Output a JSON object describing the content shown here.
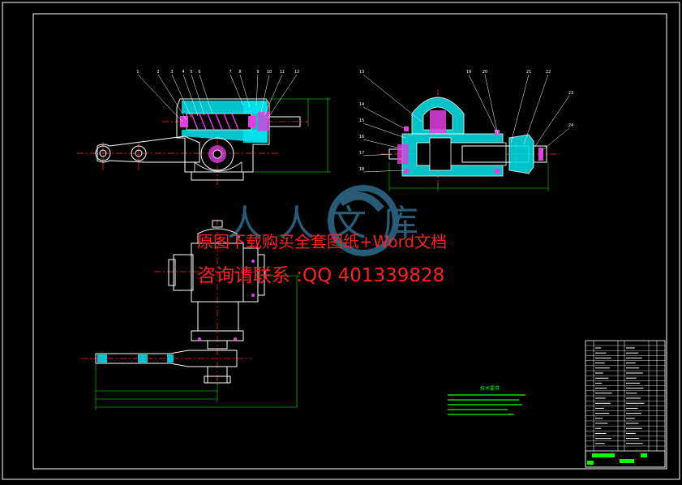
{
  "watermark": {
    "line1": "原图下载购买全套图纸+Word文档",
    "line2": "咨询请联系 :QQ 401339828",
    "logo_text": "人人文库"
  },
  "colors": {
    "background": "#000000",
    "frame": "#ffffff",
    "body_fill": "#00e5ee",
    "gear_fill": "#e040e0",
    "dimension": "#00ff00",
    "center_line": "#ff3030",
    "watermark": "#ff2020",
    "leader": "#ffff00"
  },
  "front_view": {
    "balloons": [
      "1",
      "2",
      "3",
      "4",
      "5",
      "6",
      "7",
      "8",
      "9",
      "10",
      "11",
      "12"
    ]
  },
  "side_view": {
    "balloons_left": [
      "13",
      "14",
      "15",
      "16",
      "17",
      "18"
    ],
    "balloons_right": [
      "19",
      "20",
      "21",
      "22",
      "23",
      "24"
    ]
  },
  "notes": {
    "title": "技术要求"
  }
}
